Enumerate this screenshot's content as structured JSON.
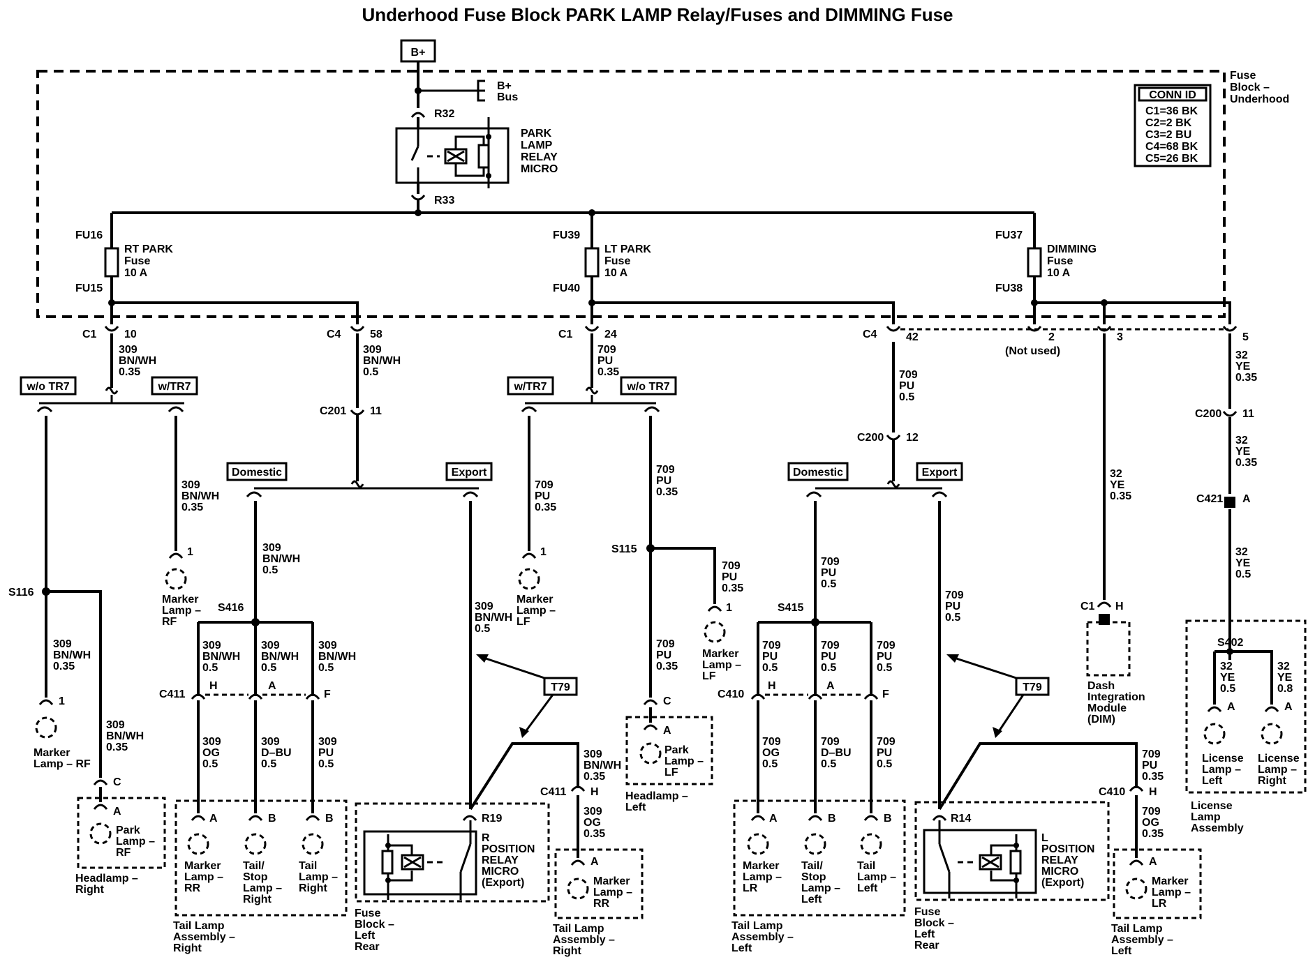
{
  "title": "Underhood Fuse Block PARK LAMP Relay/Fuses and DIMMING Fuse",
  "power": {
    "bplus_box": "B+",
    "bus_l1": "B+",
    "bus_l2": "Bus"
  },
  "fuse_block": {
    "l1": "Fuse",
    "l2": "Block –",
    "l3": "Underhood"
  },
  "conn_id": {
    "header": "CONN ID",
    "rows": [
      "C1=36 BK",
      "C2=2 BK",
      "C3=2 BU",
      "C4=68 BK",
      "C5=26 BK"
    ]
  },
  "relay": {
    "in": "R32",
    "out": "R33",
    "l1": "PARK",
    "l2": "LAMP",
    "l3": "RELAY",
    "l4": "MICRO"
  },
  "fuses": {
    "rt": {
      "top": "FU16",
      "bot": "FU15",
      "l1": "RT PARK",
      "l2": "Fuse",
      "l3": "10 A"
    },
    "lt": {
      "top": "FU39",
      "bot": "FU40",
      "l1": "LT PARK",
      "l2": "Fuse",
      "l3": "10 A"
    },
    "dim": {
      "top": "FU37",
      "bot": "FU38",
      "l1": "DIMMING",
      "l2": "Fuse",
      "l3": "10 A"
    }
  },
  "conn": {
    "c1": "C1",
    "c4": "C4",
    "c201": "C201",
    "c200": "C200",
    "c421": "C421",
    "c411": "C411",
    "c410": "C410",
    "pin10": "10",
    "pin58": "58",
    "pin24": "24",
    "pin42": "42",
    "pin2": "2",
    "pin3": "3",
    "pin5": "5",
    "pin11": "11",
    "pin12": "12",
    "pinA": "A",
    "pinH": "H",
    "pinF": "F",
    "pinB": "B",
    "pinC": "C",
    "pin1": "1",
    "not_used": "(Not used)"
  },
  "splices": {
    "s116": "S116",
    "s416": "S416",
    "s115": "S115",
    "s415": "S415",
    "s402": "S402"
  },
  "options": {
    "wo_tr7": "w/o TR7",
    "w_tr7": "w/TR7",
    "domestic": "Domestic",
    "export": "Export",
    "t79": "T79"
  },
  "wires": {
    "n309": "309",
    "n709": "709",
    "n32": "32",
    "bnwh": "BN/WH",
    "pu": "PU",
    "og": "OG",
    "dbu": "D–BU",
    "ye": "YE",
    "g035": "0.35",
    "g05": "0.5",
    "g08": "0.8"
  },
  "relays2": {
    "r19": "R19",
    "r14": "R14",
    "r_l1": "R",
    "l_l1": "L",
    "l2": "POSITION",
    "l3": "RELAY",
    "l4": "MICRO",
    "l5": "(Export)"
  },
  "comps": {
    "marker": "Marker",
    "lamp_dash": "Lamp –",
    "lamp_rf": "Lamp – RF",
    "rf": "RF",
    "lf": "LF",
    "rr": "RR",
    "lr": "LR",
    "park": "Park",
    "tail": "Tail",
    "tail_slash": "Tail/",
    "stop": "Stop",
    "right": "Right",
    "left": "Left",
    "license": "License",
    "lamp": "Lamp",
    "assembly": "Assembly",
    "headlamp_right": "Headlamp –",
    "headlamp_left": "Headlamp –",
    "tail_lamp": "Tail Lamp",
    "assembly_dash": "Assembly –",
    "fuse": "Fuse",
    "block_dash": "Block –",
    "rear": "Rear",
    "dash": "Dash",
    "integration": "Integration",
    "module": "Module",
    "dim": "(DIM)"
  }
}
